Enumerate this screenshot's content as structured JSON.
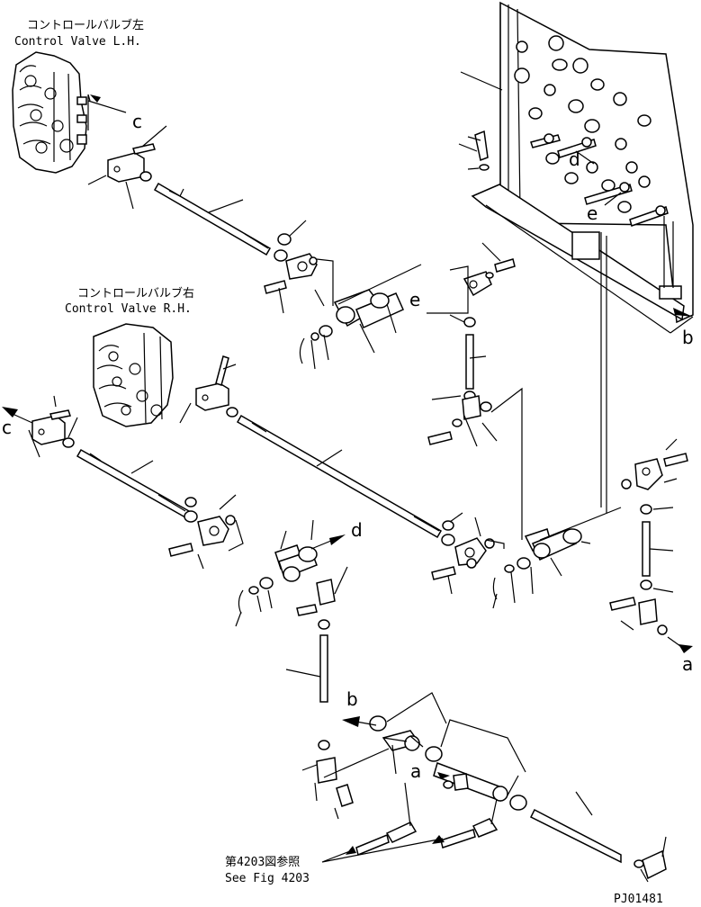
{
  "labels": {
    "lh_jp": "コントロールバルブ左",
    "lh_en": "Control Valve L.H.",
    "rh_jp": "コントロールバルブ右",
    "rh_en": "Control Valve R.H.",
    "see_jp": "第4203図参照",
    "see_en": "See Fig 4203",
    "code": "PJ01481"
  },
  "refs": {
    "a": "a",
    "b": "b",
    "c": "c",
    "d": "d",
    "e": "e"
  }
}
